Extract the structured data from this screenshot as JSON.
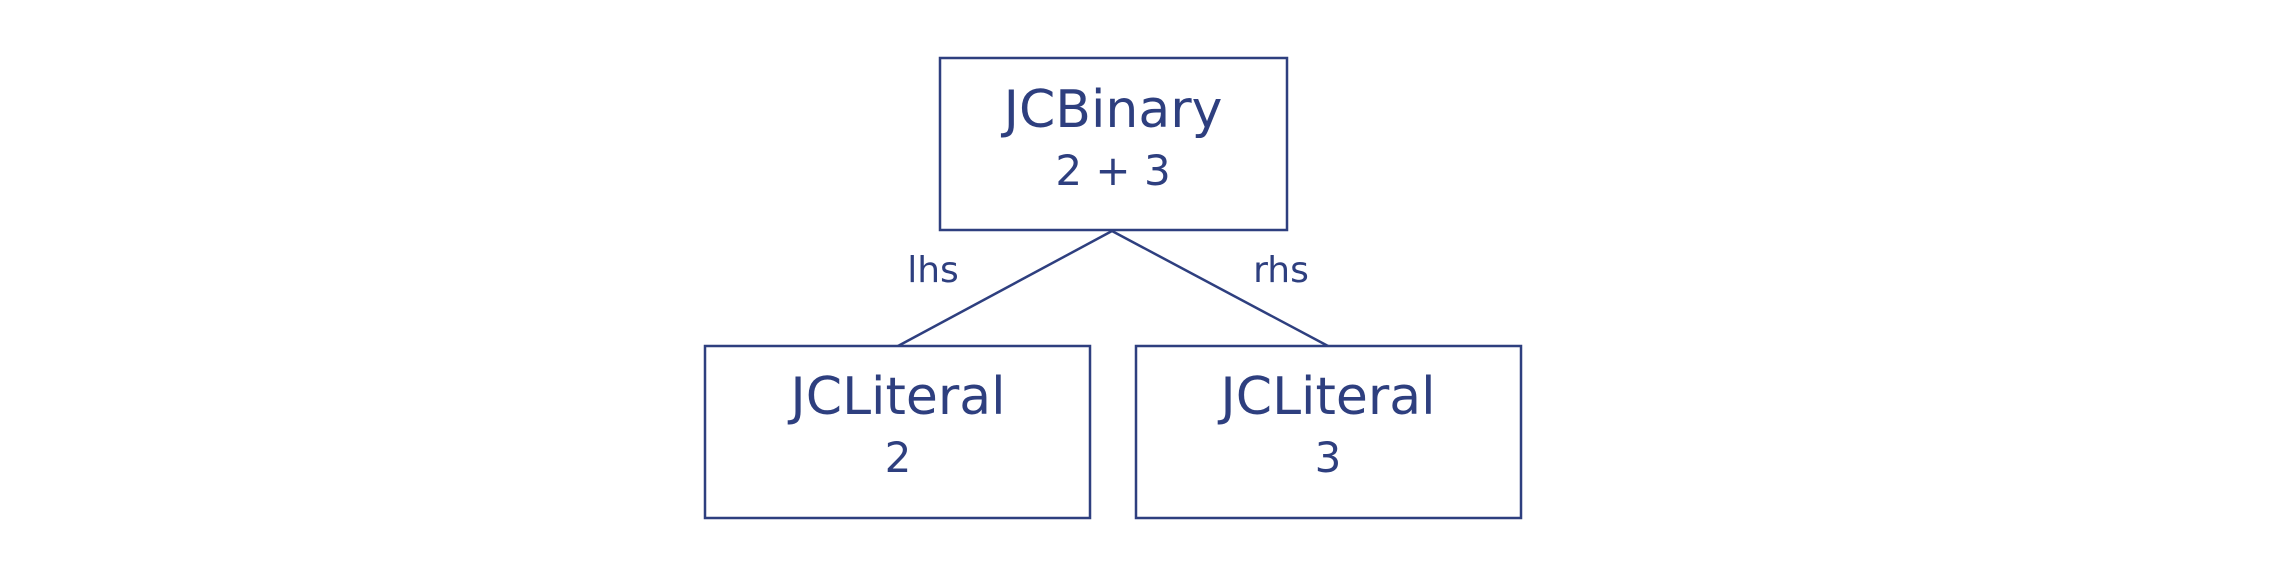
{
  "colors": {
    "stroke": "#2e3f7f",
    "text": "#2e3f7f",
    "background": "#ffffff"
  },
  "nodes": {
    "root": {
      "title": "JCBinary",
      "value": "2 + 3"
    },
    "left": {
      "title": "JCLiteral",
      "value": "2"
    },
    "right": {
      "title": "JCLiteral",
      "value": "3"
    }
  },
  "edges": {
    "left": {
      "label": "lhs"
    },
    "right": {
      "label": "rhs"
    }
  }
}
